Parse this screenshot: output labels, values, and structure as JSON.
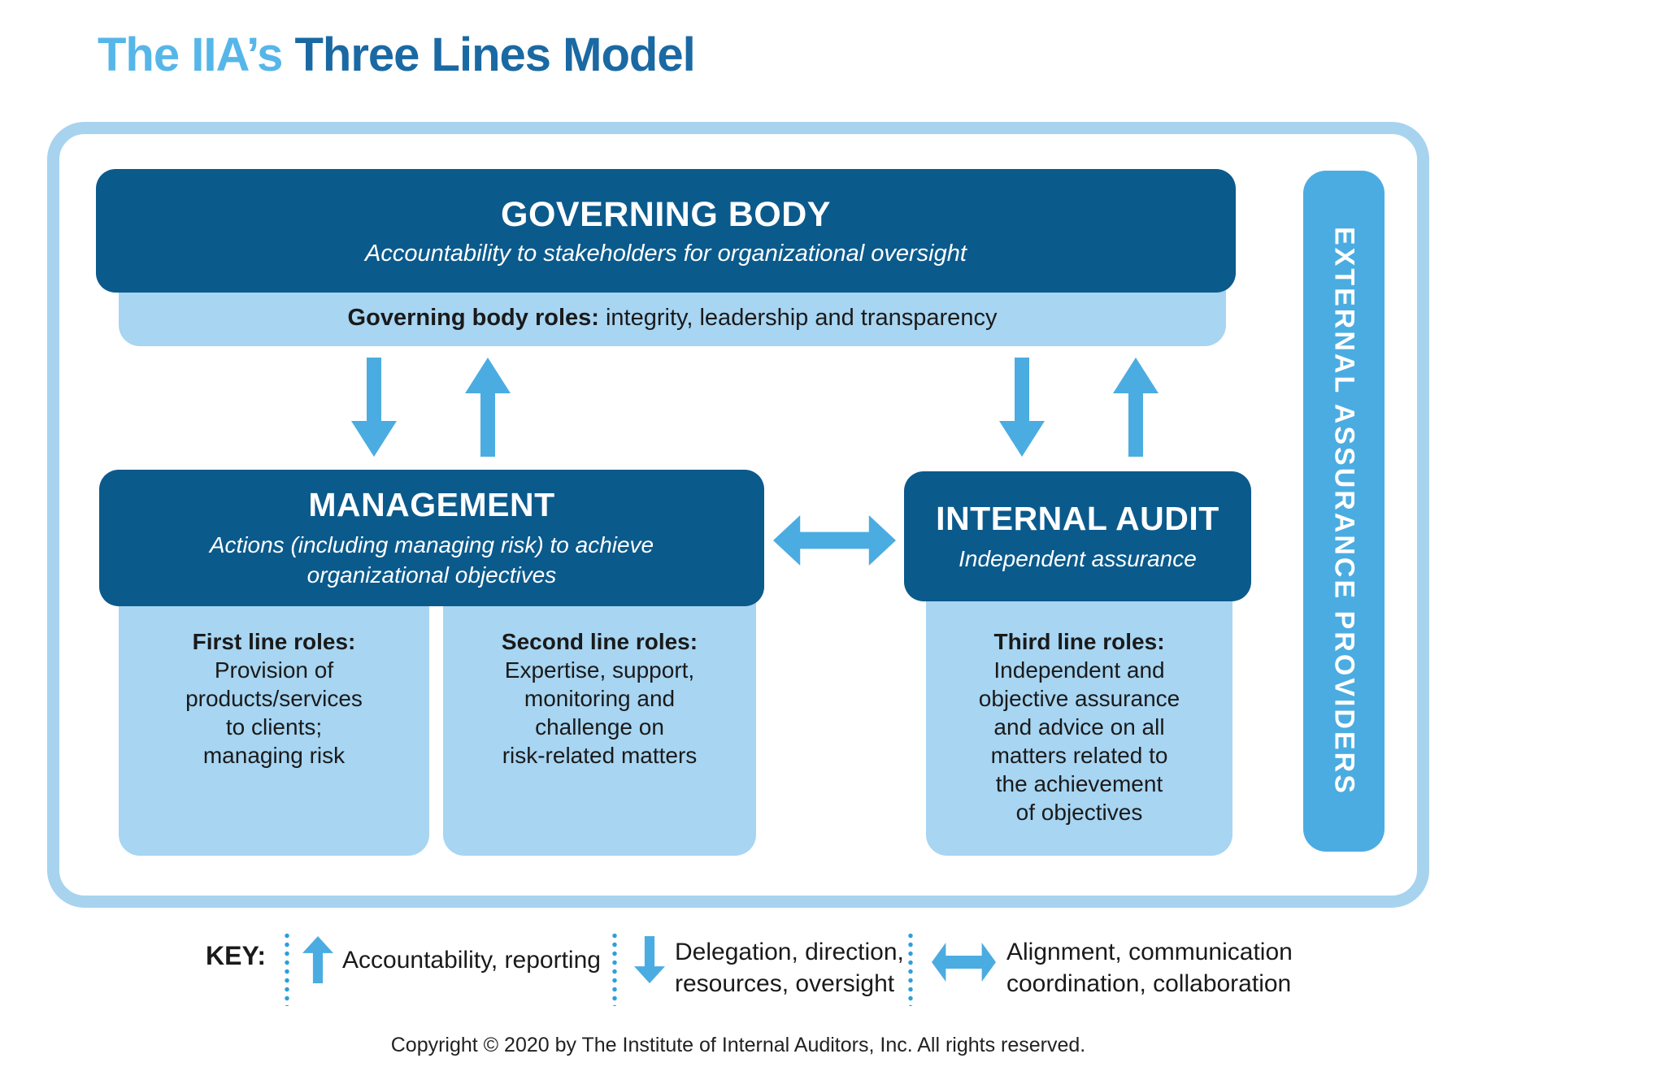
{
  "title": {
    "part1": "The IIA’s ",
    "part2": "Three Lines Model"
  },
  "governing_body": {
    "title": "GOVERNING BODY",
    "subtitle": "Accountability to stakeholders for organizational oversight"
  },
  "governing_roles": {
    "bold": "Governing body roles:",
    "rest": " integrity, leadership and transparency"
  },
  "management": {
    "title": "MANAGEMENT",
    "subtitle_line1": "Actions (including managing risk) to achieve",
    "subtitle_line2": "organizational objectives"
  },
  "internal_audit": {
    "title": "INTERNAL AUDIT",
    "subtitle": "Independent assurance"
  },
  "first_line": {
    "heading": "First line roles:",
    "lines": [
      "Provision of",
      "products/services",
      "to clients;",
      "managing risk"
    ]
  },
  "second_line": {
    "heading": "Second line roles:",
    "lines": [
      "Expertise, support,",
      "monitoring and",
      "challenge on",
      "risk-related matters"
    ]
  },
  "third_line": {
    "heading": "Third line roles:",
    "lines": [
      "Independent and",
      "objective assurance",
      "and advice on all",
      "matters related to",
      "the achievement",
      "of objectives"
    ]
  },
  "external_bar": {
    "label": "EXTERNAL ASSURANCE PROVIDERS"
  },
  "key": {
    "label": "KEY:",
    "items": [
      {
        "icon": "up-arrow-icon",
        "line1": "Accountability, reporting",
        "line2": ""
      },
      {
        "icon": "down-arrow-icon",
        "line1": "Delegation, direction,",
        "line2": "resources, oversight"
      },
      {
        "icon": "double-arrow-icon",
        "line1": "Alignment, communication",
        "line2": "coordination, collaboration"
      }
    ]
  },
  "copyright": "Copyright © 2020 by The Institute of Internal Auditors, Inc. All rights reserved.",
  "colors": {
    "dark_blue": "#0B5A8C",
    "light_blue": "#A7D5F2",
    "medium_blue": "#4BACE1",
    "frame_border": "#A7D3EF",
    "title_light_blue": "#56B6E8",
    "title_dark_blue": "#1A69A3",
    "text_black": "#1A1A1A",
    "dot_separator_blue": "#2D9FDB"
  }
}
